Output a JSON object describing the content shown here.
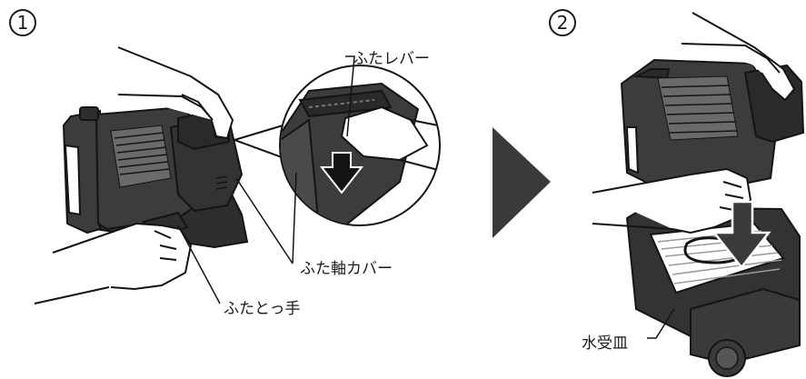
{
  "steps": [
    {
      "number": "1"
    },
    {
      "number": "2"
    }
  ],
  "labels": {
    "lid_lever": "ふたレバー",
    "lid_shaft_cover": "ふた軸カバー",
    "lid_handle": "ふたとっ手",
    "drip_tray": "水受皿"
  },
  "icons": {
    "step_arrow": "right-triangle-arrow",
    "push_arrow": "down-arrow"
  },
  "colors": {
    "body": "#3c3c3c",
    "body_dark": "#262626",
    "outline": "#141414",
    "vent": "#6a6a6a",
    "arrow_gray": "#3a3a3a",
    "grill_rack": "#9a9a9a"
  }
}
